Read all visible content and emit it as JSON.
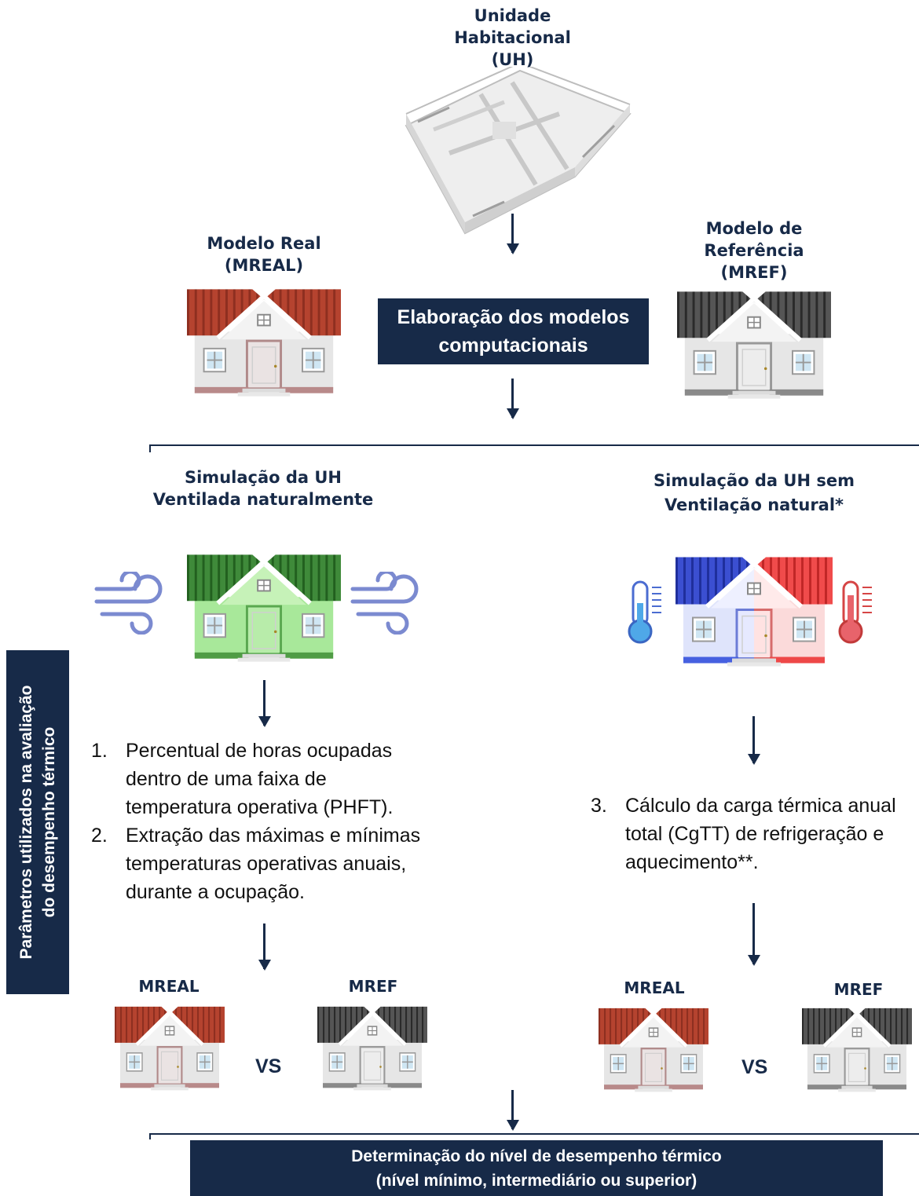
{
  "uh_title": "Unidade\nHabitacional\n(UH)",
  "mreal_title": "Modelo Real\n(MREAL)",
  "mref_title": "Modelo de\nReferência\n(MREF)",
  "elaboration_box": "Elaboração dos modelos\ncomputacionais",
  "sim_natural_title": "Simulação da UH\nVentilada naturalmente",
  "sim_no_vent_title": "Simulação da UH sem\nVentilação natural*",
  "side_label": "Parâmetros utilizados na avaliação\ndo desempenho térmico",
  "left_list": [
    {
      "num": "1.",
      "text": "Percentual de horas ocupadas dentro de uma faixa de temperatura operativa (PHFT)."
    },
    {
      "num": "2.",
      "text": "Extração das máximas e mínimas temperaturas operativas anuais, durante a ocupação."
    }
  ],
  "right_list": [
    {
      "num": "3.",
      "text": "Cálculo da carga térmica anual total (CgTT) de refrigeração e aquecimento**."
    }
  ],
  "compare_left": {
    "a": "MREAL",
    "b": "MREF",
    "vs": "VS"
  },
  "compare_right": {
    "a": "MREAL",
    "b": "MREF",
    "vs": "VS"
  },
  "final_box": "Determinação do nível de desempenho térmico\n(nível mínimo, intermediário ou superior)",
  "colors": {
    "navy": "#172a48",
    "roof_red": "#b5432f",
    "roof_gray": "#4a4a4a",
    "green": "#8fd97a",
    "blue": "#3d5fd6",
    "red": "#e8424a"
  }
}
